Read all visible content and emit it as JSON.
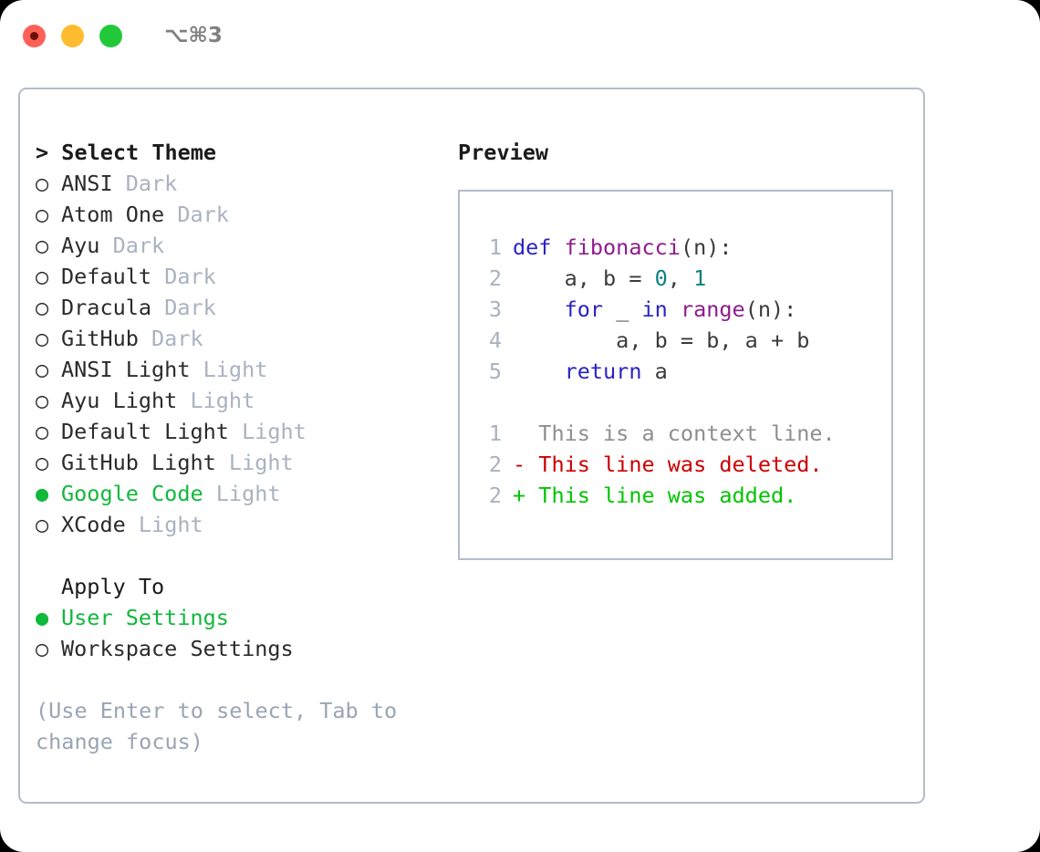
{
  "window": {
    "shortcut": "⌥⌘3",
    "lights": [
      {
        "name": "close",
        "color": "#ff6058"
      },
      {
        "name": "minimize",
        "color": "#febc2e"
      },
      {
        "name": "maximize",
        "color": "#21c93a"
      }
    ]
  },
  "theme_picker": {
    "heading": "> Select Theme",
    "items": [
      {
        "marker": "○",
        "label": "ANSI",
        "suffix": "Dark",
        "selected": false
      },
      {
        "marker": "○",
        "label": "Atom One",
        "suffix": "Dark",
        "selected": false
      },
      {
        "marker": "○",
        "label": "Ayu",
        "suffix": "Dark",
        "selected": false
      },
      {
        "marker": "○",
        "label": "Default",
        "suffix": "Dark",
        "selected": false
      },
      {
        "marker": "○",
        "label": "Dracula",
        "suffix": "Dark",
        "selected": false
      },
      {
        "marker": "○",
        "label": "GitHub",
        "suffix": "Dark",
        "selected": false
      },
      {
        "marker": "○",
        "label": "ANSI Light",
        "suffix": "Light",
        "selected": false
      },
      {
        "marker": "○",
        "label": "Ayu Light",
        "suffix": "Light",
        "selected": false
      },
      {
        "marker": "○",
        "label": "Default Light",
        "suffix": "Light",
        "selected": false
      },
      {
        "marker": "○",
        "label": "GitHub Light",
        "suffix": "Light",
        "selected": false
      },
      {
        "marker": "●",
        "label": "Google Code",
        "suffix": "Light",
        "selected": true
      },
      {
        "marker": "○",
        "label": "XCode",
        "suffix": "Light",
        "selected": false
      }
    ]
  },
  "apply_to": {
    "heading": "Apply To",
    "items": [
      {
        "marker": "●",
        "label": "User Settings",
        "selected": true
      },
      {
        "marker": "○",
        "label": "Workspace Settings",
        "selected": false
      }
    ]
  },
  "hint": "(Use Enter to select, Tab to change focus)",
  "preview": {
    "title": "Preview",
    "code_lines": [
      {
        "num": "1",
        "tokens": [
          {
            "text": "def ",
            "kind": "kw"
          },
          {
            "text": "fibonacci",
            "kind": "fn"
          },
          {
            "text": "(n):",
            "kind": "pln"
          }
        ]
      },
      {
        "num": "2",
        "tokens": [
          {
            "text": "    a, b = ",
            "kind": "pln"
          },
          {
            "text": "0",
            "kind": "num"
          },
          {
            "text": ", ",
            "kind": "pln"
          },
          {
            "text": "1",
            "kind": "num"
          }
        ]
      },
      {
        "num": "3",
        "tokens": [
          {
            "text": "    ",
            "kind": "pln"
          },
          {
            "text": "for",
            "kind": "kw"
          },
          {
            "text": " _ ",
            "kind": "pln"
          },
          {
            "text": "in",
            "kind": "kw"
          },
          {
            "text": " ",
            "kind": "pln"
          },
          {
            "text": "range",
            "kind": "fn"
          },
          {
            "text": "(n):",
            "kind": "pln"
          }
        ]
      },
      {
        "num": "4",
        "tokens": [
          {
            "text": "        a, b = b, a + b",
            "kind": "pln"
          }
        ]
      },
      {
        "num": "5",
        "tokens": [
          {
            "text": "    ",
            "kind": "pln"
          },
          {
            "text": "return",
            "kind": "kw"
          },
          {
            "text": " a",
            "kind": "pln"
          }
        ]
      }
    ],
    "diff_lines": [
      {
        "num": "1",
        "text": "  This is a context line.",
        "kind": "ctx"
      },
      {
        "num": "2",
        "text": "- This line was deleted.",
        "kind": "del"
      },
      {
        "num": "2",
        "text": "+ This line was added.",
        "kind": "add"
      }
    ]
  },
  "colors": {
    "accent_green": "#10b83c",
    "muted": "#aab2bf",
    "border": "#b4bcc9",
    "keyword": "#2b22c4",
    "function": "#8e1c8e",
    "number": "#0b8080",
    "plain": "#3b3b3b",
    "context": "#8e8e8e",
    "deleted": "#cc0000",
    "added": "#00c400"
  }
}
